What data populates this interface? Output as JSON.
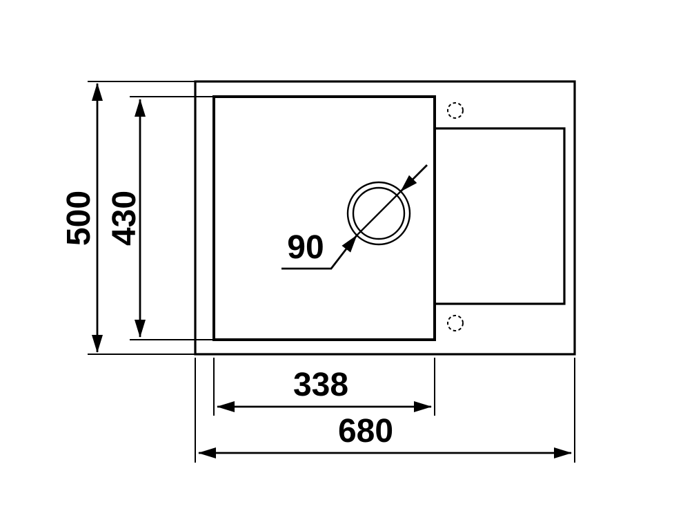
{
  "diagram": {
    "type": "technical-drawing",
    "subject": "kitchen sink top view with dimension callouts",
    "dimensions": {
      "overall_width": "680",
      "overall_height": "500",
      "bowl_width": "338",
      "bowl_height": "430",
      "drain_diameter": "90"
    },
    "colors": {
      "line": "#000000",
      "background": "#ffffff"
    }
  }
}
